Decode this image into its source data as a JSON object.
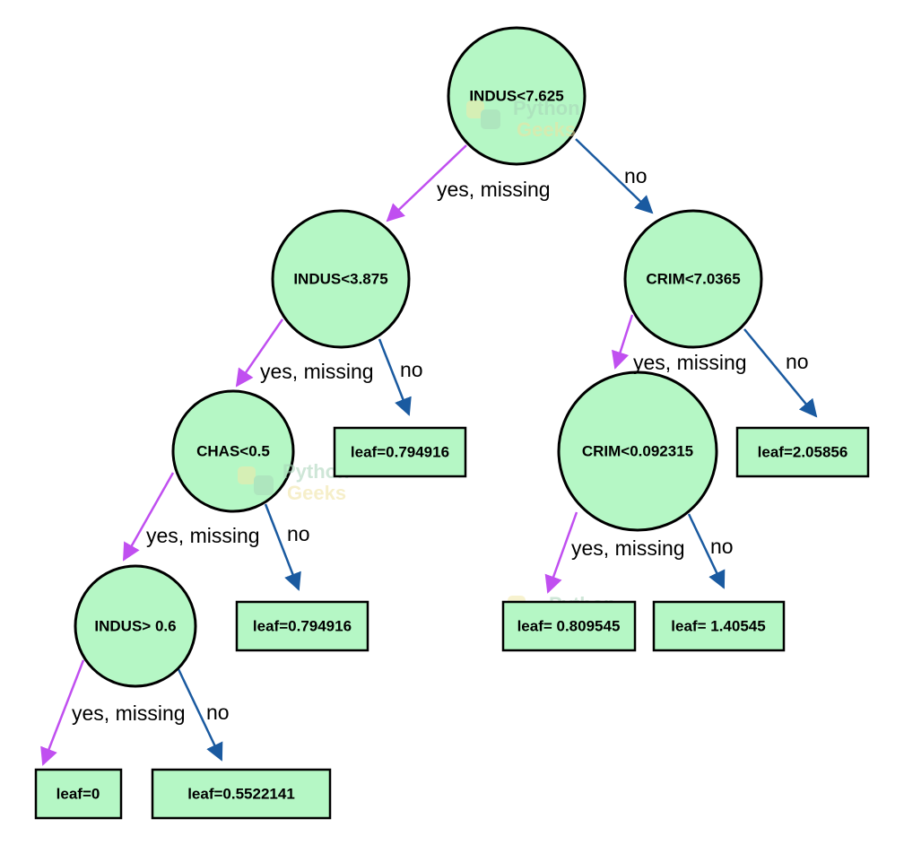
{
  "watermark": {
    "line1": "Python",
    "line2": "Geeks"
  },
  "colors": {
    "node_fill": "#b5f7c5",
    "yes_edge": "#c04ff0",
    "no_edge": "#1a5aa0"
  },
  "nodes": {
    "root": "INDUS<7.625",
    "left": "INDUS<3.875",
    "right": "CRIM<7.0365",
    "left_left": "CHAS<0.5",
    "right_left": "CRIM<0.092315",
    "left_left_left": "INDUS> 0.6"
  },
  "leaves": {
    "left_right": "leaf=0.794916",
    "left_left_right": "leaf=0.794916",
    "right_right": "leaf=2.05856",
    "right_left_left": "leaf= 0.809545",
    "right_left_right": "leaf= 1.40545",
    "lll_left": "leaf=0",
    "lll_right": "leaf=0.5522141"
  },
  "edges": {
    "yes_label": "yes, missing",
    "no_label": "no"
  }
}
